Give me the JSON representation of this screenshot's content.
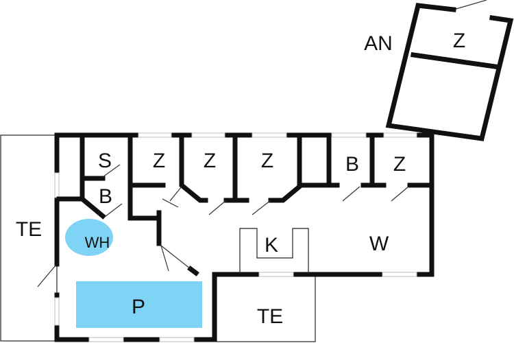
{
  "colors": {
    "water": "#7fd3f4",
    "wall": "#111111",
    "background": "#ffffff"
  },
  "rooms": {
    "terrace_left": "TE",
    "storage": "S",
    "bedroom_1": "Z",
    "bedroom_2": "Z",
    "bedroom_3": "Z",
    "bathroom_right": "B",
    "bedroom_4": "Z",
    "bathroom_left": "B",
    "whirlpool": "WH",
    "kitchen": "K",
    "living": "W",
    "pool": "P",
    "terrace_bottom": "TE",
    "annex": "AN",
    "annex_bedroom": "Z"
  }
}
